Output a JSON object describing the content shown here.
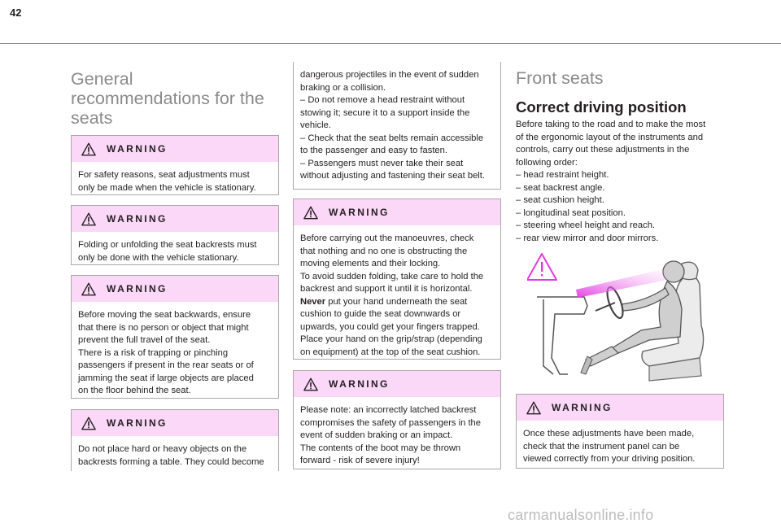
{
  "page": {
    "number": "42",
    "watermark": "carmanualsonline.info"
  },
  "icons": {
    "warning": "warning-triangle-icon",
    "seat": "driving-position-illustration"
  },
  "colors": {
    "warning_band": "#fbd7f8",
    "title_grey": "#8a8a8a",
    "accent_magenta": "#e339e3"
  },
  "col1": {
    "title_lines": [
      "General",
      "recommendations for the",
      "seats"
    ],
    "warnings": [
      {
        "title": "WARNING",
        "lines": [
          "For safety reasons, seat adjustments must",
          "only be made when the vehicle is stationary."
        ]
      },
      {
        "title": "WARNING",
        "lines": [
          "Folding or unfolding the seat backrests must",
          "only be done with the vehicle stationary."
        ]
      },
      {
        "title": "WARNING",
        "lines": [
          "Before moving the seat backwards, ensure",
          "that there is no person or object that might",
          "prevent the full travel of the seat.",
          "There is a risk of trapping or pinching",
          "passengers if present in the rear seats or of",
          "jamming the seat if large objects are placed",
          "on the floor behind the seat."
        ]
      },
      {
        "title": "WARNING",
        "lines": [
          "Do not place hard or heavy objects on the",
          "backrests forming a table. They could become"
        ]
      }
    ]
  },
  "col2": {
    "continued_lines": [
      "dangerous projectiles in the event of sudden",
      "braking or a collision.",
      "–  Do not remove a head restraint without",
      "stowing it; secure it to a support inside the",
      "vehicle.",
      "–  Check that the seat belts remain accessible",
      "to the passenger and easy to fasten.",
      "–  Passengers must never take their seat",
      "without adjusting and fastening their seat belt."
    ],
    "warnings": [
      {
        "title": "WARNING",
        "lines": [
          "Before carrying out the manoeuvres, check",
          "that nothing and no one is obstructing the",
          "moving elements and their locking.",
          "To avoid sudden folding, take care to hold the",
          "backrest and support it until it is horizontal."
        ],
        "bold_word": "Never",
        "after_bold": " put your hand underneath the seat",
        "more_lines": [
          "cushion to guide the seat downwards or",
          "upwards, you could get your fingers trapped.",
          "Place your hand on the grip/strap (depending",
          "on equipment) at the top of the seat cushion."
        ]
      },
      {
        "title": "WARNING",
        "lines": [
          "Please note: an incorrectly latched backrest",
          "compromises the safety of passengers in the",
          "event of sudden braking or an impact.",
          "The contents of the boot may be thrown",
          "forward - risk of severe injury!"
        ]
      }
    ]
  },
  "col3": {
    "title": "Front seats",
    "subtitle": "Correct driving position",
    "intro_lines": [
      "Before taking to the road and to make the most",
      "of the ergonomic layout of the instruments and",
      "controls, carry out these adjustments in the",
      "following order:",
      "–  head restraint height.",
      "–  seat backrest angle.",
      "–  seat cushion height.",
      "–  longitudinal seat position.",
      "–  steering wheel height and reach.",
      "–  rear view mirror and door mirrors."
    ],
    "warnings": [
      {
        "title": "WARNING",
        "lines": [
          "Once these adjustments have been made,",
          "check that the instrument panel can be",
          "viewed correctly from your driving position."
        ]
      }
    ]
  }
}
